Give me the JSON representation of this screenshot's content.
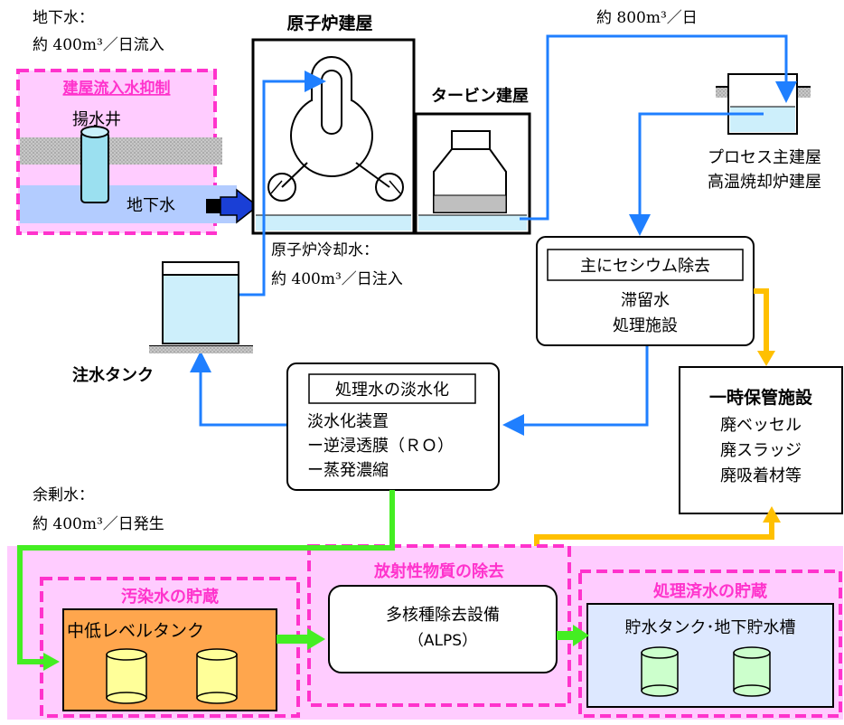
{
  "labels": {
    "groundwater_inflow_line1": "地下水：",
    "groundwater_inflow_line2": "約 400m³／日流入",
    "inflow_control": "建屋流入水抑制",
    "pumping_well": "揚水井",
    "groundwater": "地下水",
    "reactor_building": "原子炉建屋",
    "turbine_building": "タービン建屋",
    "process_flow": "約 800m³／日",
    "process_building_line1": "プロセス主建屋",
    "process_building_line2": "高温焼却炉建屋",
    "coolant_line1": "原子炉冷却水：",
    "coolant_line2": "約 400m³／日注入",
    "injection_tank": "注水タンク",
    "cesium_title": "主にセシウム除去",
    "cesium_line1": "滞留水",
    "cesium_line2": "処理施設",
    "desal_title": "処理水の淡水化",
    "desal_line1": "淡水化装置",
    "desal_line2": "ー逆浸透膜（ＲＯ）",
    "desal_line3": "ー蒸発濃縮",
    "temp_storage_title": "一時保管施設",
    "temp_storage_line1": "廃ベッセル",
    "temp_storage_line2": "廃スラッジ",
    "temp_storage_line3": "廃吸着材等",
    "surplus_line1": "余剰水：",
    "surplus_line2": "約 400m³／日発生",
    "contaminated_storage": "汚染水の貯蔵",
    "mid_low_tank": "中低レベルタンク",
    "radioactive_removal": "放射性物質の除去",
    "alps_line1": "多核種除去設備",
    "alps_line2": "（ALPS）",
    "treated_storage": "処理済水の貯蔵",
    "storage_tanks": "貯水タンク･地下貯水槽"
  },
  "colors": {
    "pink_bg": "#ffccff",
    "pink_dash": "#ff33cc",
    "blue_arrow": "#1f7fff",
    "green_arrow": "#44ee22",
    "yellow_arrow": "#ffc000",
    "water": "#cdeffb",
    "tank_orange": "#ffa64d",
    "tank_blue": "#dde8ff",
    "cyl_yellow": "#ffff99",
    "cyl_green": "#ccffcc"
  }
}
